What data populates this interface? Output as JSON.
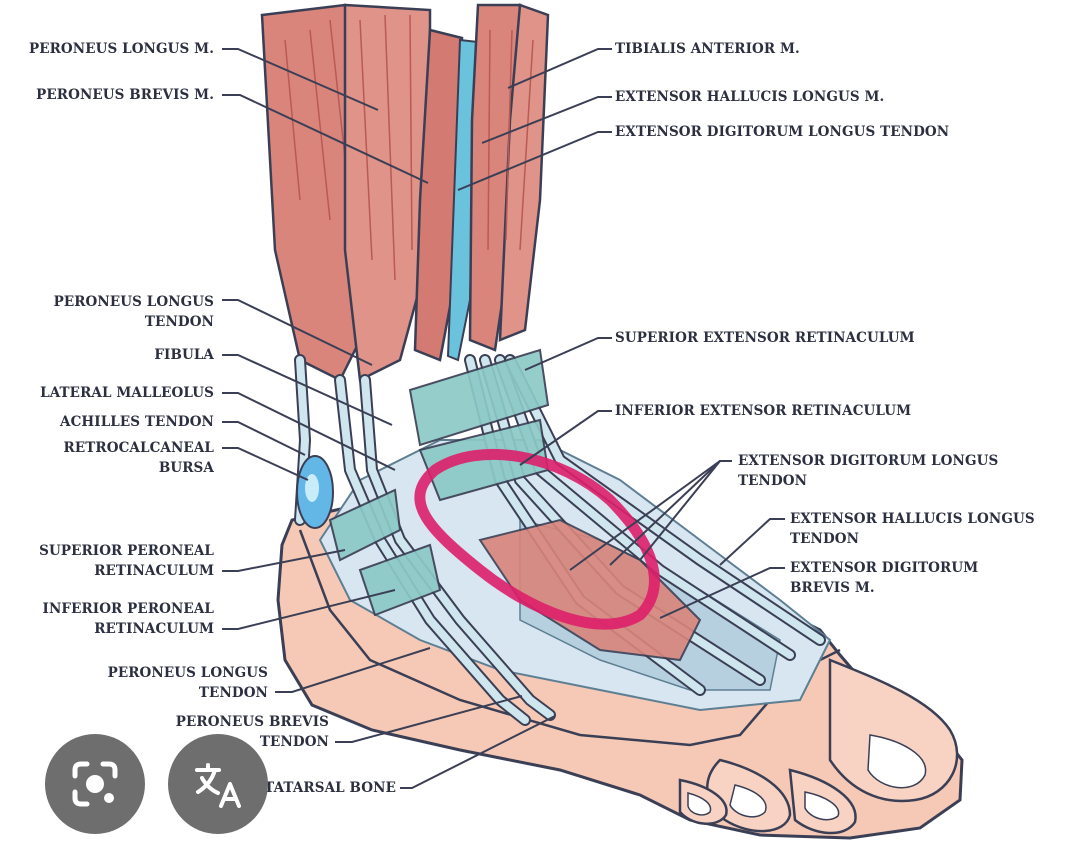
{
  "labels_left": {
    "peroneus_longus_m": "PERONEUS LONGUS M.",
    "peroneus_brevis_m": "PERONEUS BREVIS M.",
    "peroneus_longus_tendon_upper_1": "PERONEUS LONGUS",
    "peroneus_longus_tendon_upper_2": "TENDON",
    "fibula": "FIBULA",
    "lateral_malleolus": "LATERAL MALLEOLUS",
    "achilles_tendon": "ACHILLES TENDON",
    "retrocalcaneal_bursa_1": "RETROCALCANEAL",
    "retrocalcaneal_bursa_2": "BURSA",
    "superior_peroneal_retinaculum_1": "SUPERIOR PERONEAL",
    "superior_peroneal_retinaculum_2": "RETINACULUM",
    "inferior_peroneal_retinaculum_1": "INFERIOR PERONEAL",
    "inferior_peroneal_retinaculum_2": "RETINACULUM",
    "peroneus_longus_tendon_lower_1": "PERONEUS LONGUS",
    "peroneus_longus_tendon_lower_2": "TENDON",
    "peroneus_brevis_tendon_1": "PERONEUS BREVIS",
    "peroneus_brevis_tendon_2": "TENDON",
    "metatarsal_bone": "METATARSAL BONE"
  },
  "labels_right": {
    "tibialis_anterior_m": "TIBIALIS ANTERIOR M.",
    "extensor_hallucis_longus_m": "EXTENSOR HALLUCIS LONGUS M.",
    "extensor_digitorum_longus_tendon_top": "EXTENSOR DIGITORUM LONGUS TENDON",
    "superior_extensor_retinaculum": "SUPERIOR EXTENSOR RETINACULUM",
    "inferior_extensor_retinaculum": "INFERIOR EXTENSOR RETINACULUM",
    "extensor_digitorum_longus_tendon_1": "EXTENSOR DIGITORUM LONGUS",
    "extensor_digitorum_longus_tendon_2": "TENDON",
    "extensor_hallucis_longus_tendon_1": "EXTENSOR HALLUCIS LONGUS",
    "extensor_hallucis_longus_tendon_2": "TENDON",
    "extensor_digitorum_brevis_m_1": "EXTENSOR DIGITORUM",
    "extensor_digitorum_brevis_m_2": "BREVIS M."
  },
  "overlay_buttons": [
    {
      "icon": "lens-camera-icon"
    },
    {
      "icon": "translate-icon"
    }
  ],
  "colors": {
    "muscle": "#d9857c",
    "muscle_dark": "#b95a54",
    "tendon": "#cfe6ee",
    "tendon_edge": "#5e7f93",
    "retinaculum": "#8cc9c6",
    "skin": "#f6c9b6",
    "bursa": "#62b7e6",
    "highlight_circle": "#dd1f6a",
    "label_text": "#2b2f3f",
    "button_bg": "#6e6e6e"
  }
}
